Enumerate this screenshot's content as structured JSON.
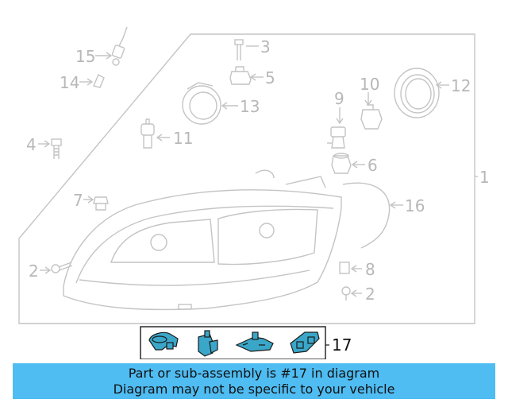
{
  "diagram": {
    "callouts": {
      "c1": "1",
      "c2a": "2",
      "c2b": "2",
      "c3": "3",
      "c4": "4",
      "c5": "5",
      "c6": "6",
      "c7": "7",
      "c8": "8",
      "c9": "9",
      "c10": "10",
      "c11": "11",
      "c12": "12",
      "c13": "13",
      "c14": "14",
      "c15": "15",
      "c16": "16",
      "c17": "17"
    },
    "highlight_color": "#3aa7c9",
    "icons": [
      "bulb-socket-icon",
      "bracket-icon",
      "mount-bracket-icon",
      "repair-kit-icon"
    ]
  },
  "banner": {
    "line1": "Part or sub-assembly is #17 in diagram",
    "line2": "Diagram may not be specific to your vehicle",
    "color": "#4fbcf2"
  }
}
